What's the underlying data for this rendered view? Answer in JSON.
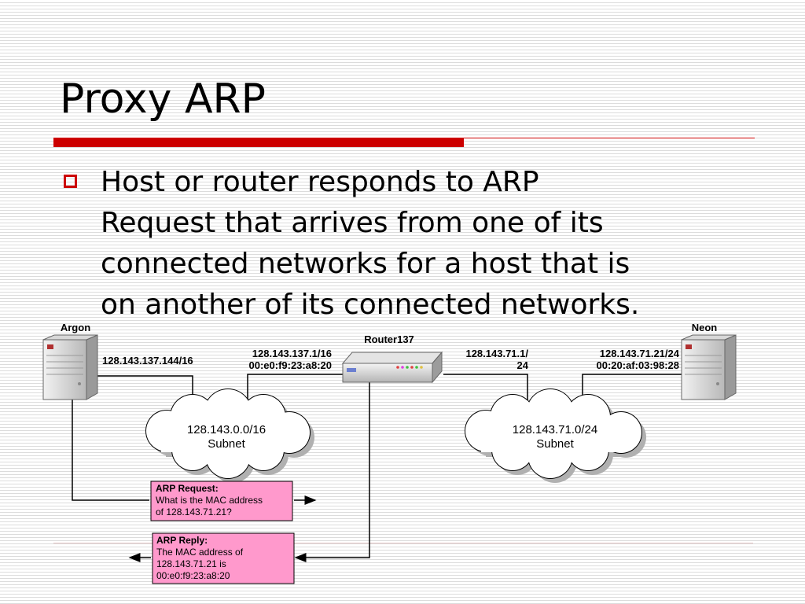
{
  "title": "Proxy ARP",
  "bullet": {
    "lines": [
      "Host or router responds to ARP",
      "Request that arrives from one of its",
      "connected networks for a host that is",
      "on another of its connected networks."
    ]
  },
  "diagram": {
    "argon": {
      "name": "Argon",
      "ip": "128.143.137.144/16"
    },
    "neon": {
      "name": "Neon",
      "ip": "128.143.71.21/24",
      "mac": "00:20:af:03:98:28"
    },
    "router": {
      "name": "Router137",
      "left_ip": "128.143.137.1/16",
      "left_mac": "00:e0:f9:23:a8:20",
      "right_ip_line1": "128.143.71.1/",
      "right_ip_line2": "24"
    },
    "subnet_left": {
      "network": "128.143.0.0/16",
      "label": "Subnet"
    },
    "subnet_right": {
      "network": "128.143.71.0/24",
      "label": "Subnet"
    },
    "arp_request": {
      "heading": "ARP Request:",
      "lines": [
        "What is the MAC address",
        "of 128.143.71.21?"
      ]
    },
    "arp_reply": {
      "heading": "ARP Reply:",
      "lines": [
        "The MAC address of",
        "128.143.71.21 is",
        "00:e0:f9:23:a8:20"
      ]
    },
    "colors": {
      "message_box_fill": "#ff99cc",
      "accent_red": "#cc0000"
    }
  }
}
